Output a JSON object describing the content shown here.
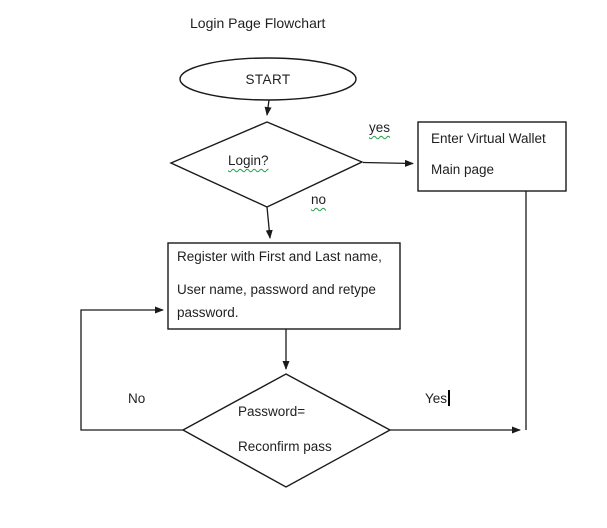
{
  "title": "Login Page Flowchart",
  "colors": {
    "background": "#ffffff",
    "line": "#1a1a1a",
    "text": "#1f1f1f",
    "spellcheck": "#1f9e4a"
  },
  "nodes": {
    "start": {
      "type": "terminator",
      "label": "START"
    },
    "login": {
      "type": "decision",
      "label": "Login?"
    },
    "wallet": {
      "type": "process",
      "lines": [
        "Enter Virtual Wallet",
        "Main page"
      ]
    },
    "register": {
      "type": "process",
      "lines": [
        "Register with First and Last name,",
        "User name, password and retype",
        "password."
      ]
    },
    "password_check": {
      "type": "decision",
      "lines": [
        "Password=",
        "Reconfirm pass"
      ]
    }
  },
  "edge_labels": {
    "login_yes": "yes",
    "login_no": "no",
    "check_yes": "Yes",
    "check_no": "No"
  }
}
